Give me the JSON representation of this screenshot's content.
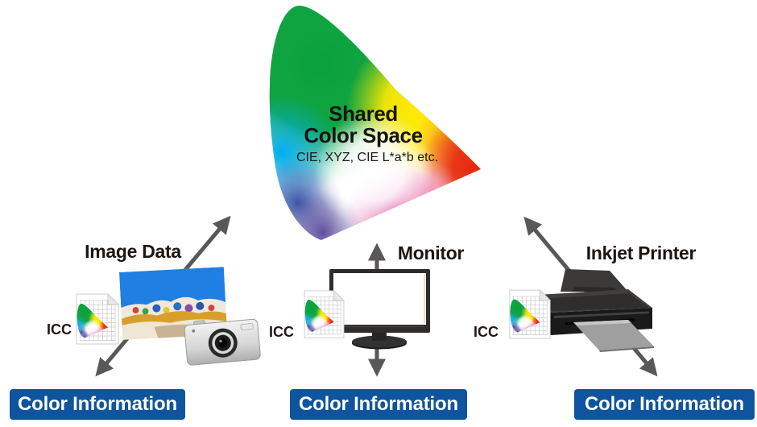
{
  "shared_space": {
    "title_line1": "Shared",
    "title_line2": "Color Space",
    "subtitle": "CIE, XYZ, CIE L*a*b etc."
  },
  "devices": [
    {
      "id": "image-data",
      "label": "Image Data",
      "icc_label": "ICC",
      "banner": "Color Information"
    },
    {
      "id": "monitor",
      "label": "Monitor",
      "icc_label": "ICC",
      "banner": "Color Information"
    },
    {
      "id": "inkjet-printer",
      "label": "Inkjet Printer",
      "icc_label": "ICC",
      "banner": "Color Information"
    }
  ],
  "colors": {
    "banner_blue": "#0e549e",
    "arrow_gray": "#595757",
    "label_black": "#1d1512"
  }
}
